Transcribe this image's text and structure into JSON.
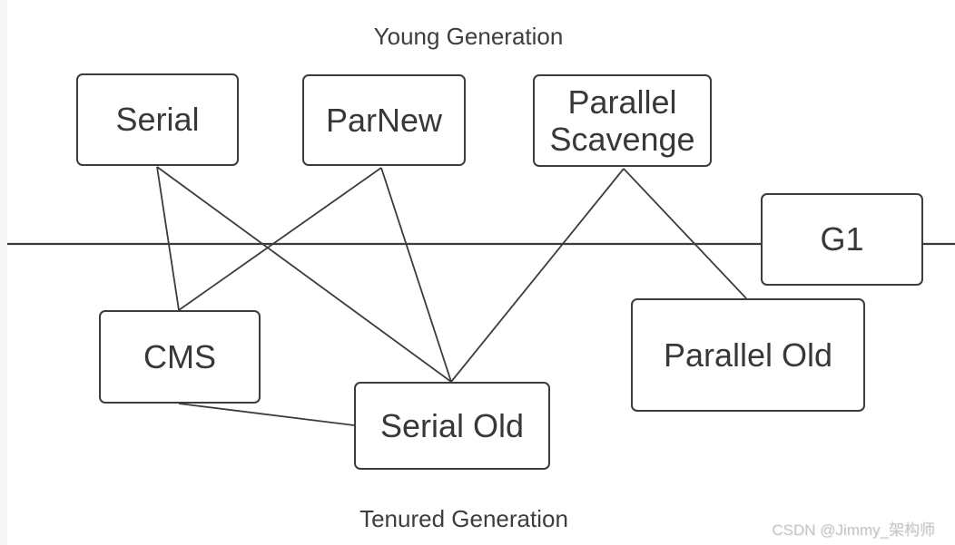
{
  "diagram": {
    "top_label": "Young Generation",
    "bottom_label": "Tenured Generation",
    "nodes": {
      "serial": {
        "label": "Serial",
        "generation": "young"
      },
      "parnew": {
        "label": "ParNew",
        "generation": "young"
      },
      "parallel_scavenge": {
        "label": "Parallel Scavenge",
        "generation": "young"
      },
      "g1": {
        "label": "G1",
        "generation": "both"
      },
      "cms": {
        "label": "CMS",
        "generation": "tenured"
      },
      "serial_old": {
        "label": "Serial Old",
        "generation": "tenured"
      },
      "parallel_old": {
        "label": "Parallel Old",
        "generation": "tenured"
      }
    },
    "edges": [
      {
        "from": "serial",
        "to": "cms"
      },
      {
        "from": "serial",
        "to": "serial_old"
      },
      {
        "from": "parnew",
        "to": "cms"
      },
      {
        "from": "parnew",
        "to": "serial_old"
      },
      {
        "from": "parallel_scavenge",
        "to": "serial_old"
      },
      {
        "from": "parallel_scavenge",
        "to": "parallel_old"
      },
      {
        "from": "cms",
        "to": "serial_old"
      }
    ],
    "colors": {
      "line": "#3c3c3c",
      "node_border": "#3c3c3c",
      "node_fill": "#ffffff",
      "text": "#383838",
      "watermark": "#c6c6c6",
      "background": "#ffffff"
    }
  },
  "watermark": {
    "text": "CSDN @Jimmy_架构师"
  }
}
